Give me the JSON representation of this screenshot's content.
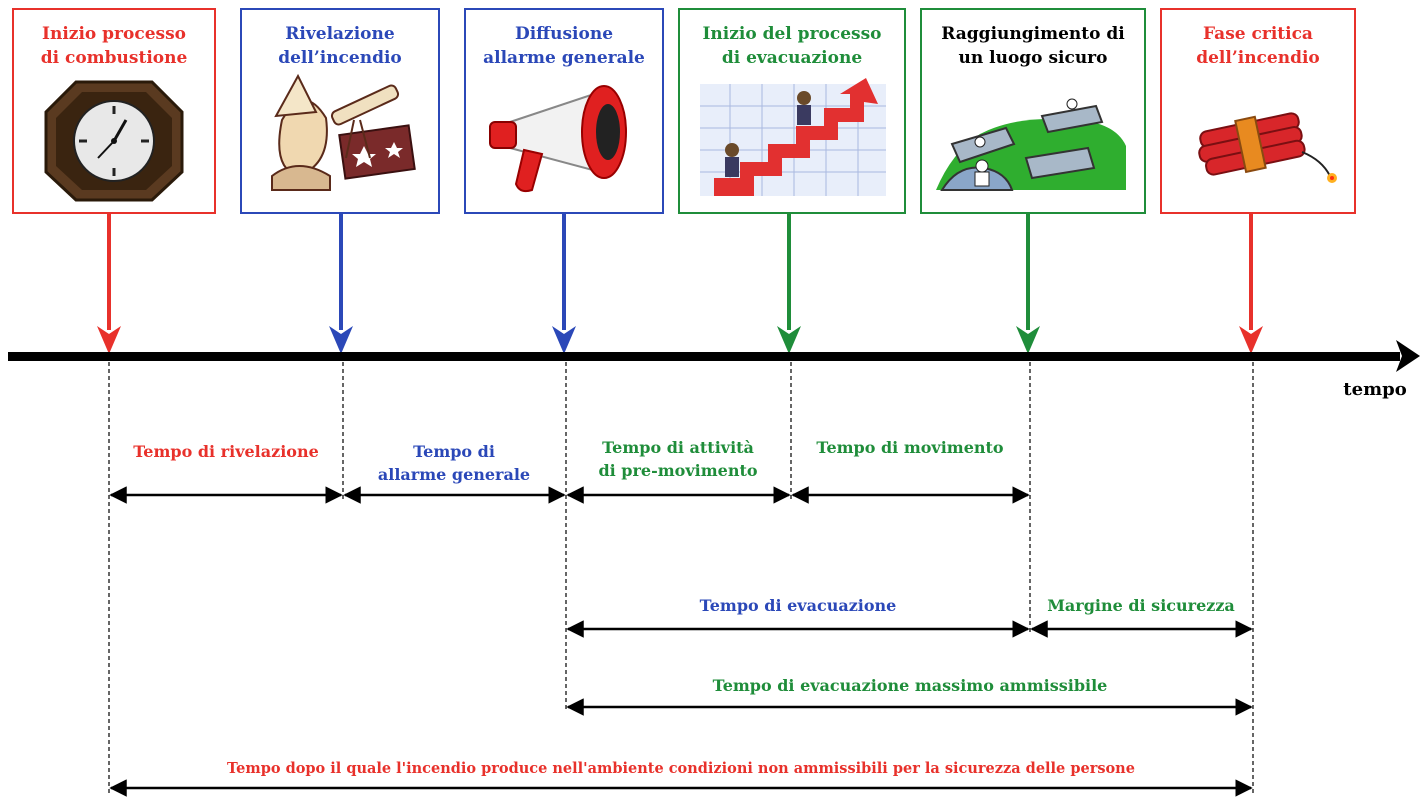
{
  "colors": {
    "red": "#e8312b",
    "blue": "#2b48b8",
    "green": "#1f8d3a",
    "black": "#000000"
  },
  "events": [
    {
      "title": "Inizio processo\ndi combustione",
      "color": "red",
      "icon": "clock-icon"
    },
    {
      "title": "Rivelazione\ndell’incendio",
      "color": "blue",
      "icon": "astronomer-telescope-icon"
    },
    {
      "title": "Diffusione\nallarme generale",
      "color": "blue",
      "icon": "megaphone-icon"
    },
    {
      "title": "Inizio del processo\ndi evacuazione",
      "color": "green",
      "icon": "climbing-arrow-icon"
    },
    {
      "title": "Raggiungimento di\nun luogo sicuro",
      "color": "black",
      "icon": "safe-place-icon"
    },
    {
      "title": "Fase critica\ndell’incendio",
      "color": "red",
      "icon": "dynamite-icon"
    }
  ],
  "axis_label": "tempo",
  "intervals": {
    "rivelazione": "Tempo di rivelazione",
    "allarme": "Tempo di\nallarme generale",
    "premovimento": "Tempo di attività\ndi pre-movimento",
    "movimento": "Tempo di movimento",
    "evacuazione": "Tempo di evacuazione",
    "margine": "Margine di sicurezza",
    "evac_max": "Tempo di evacuazione massimo ammissibile",
    "totale": "Tempo dopo il quale l'incendio produce nell'ambiente condizioni non ammissibili per la sicurezza delle persone"
  }
}
